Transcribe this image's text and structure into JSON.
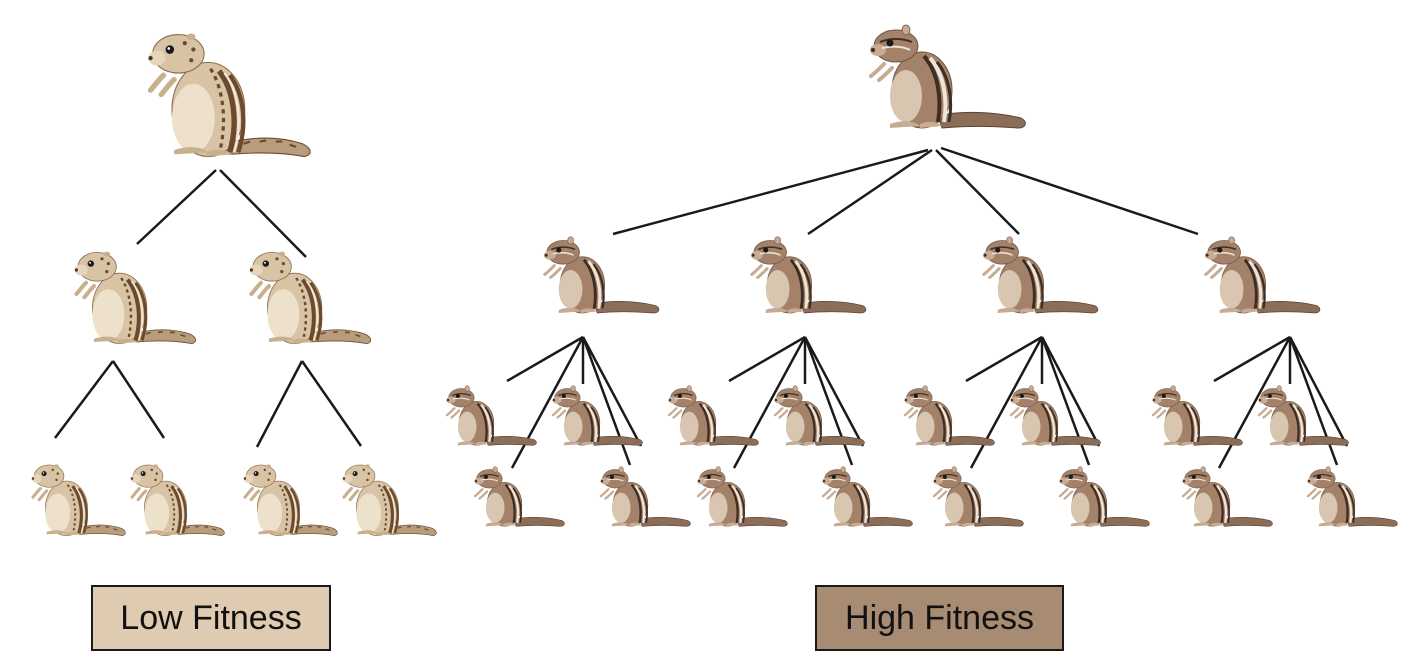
{
  "labels": {
    "low": "Low Fitness",
    "high": "High Fitness"
  },
  "colors": {
    "low_fitness_fill": "#dfcbb1",
    "high_fitness_fill": "#a88b73",
    "striped_squirrel_body": "#d8c3a5",
    "striped_squirrel_stripe": "#6b4a2e",
    "chipmunk_body": "#a4826a",
    "chipmunk_stripe": "#efe5d6",
    "line": "#1a1a1a"
  },
  "icons": {
    "low_fitness_animal": "thirteen-lined-ground-squirrel-icon",
    "high_fitness_animal": "chipmunk-icon"
  },
  "trees": {
    "low_fitness": {
      "generations": [
        1,
        2,
        4
      ],
      "offspring_per_parent": 2
    },
    "high_fitness": {
      "generations": [
        1,
        4,
        16
      ],
      "offspring_per_parent": 4
    }
  }
}
